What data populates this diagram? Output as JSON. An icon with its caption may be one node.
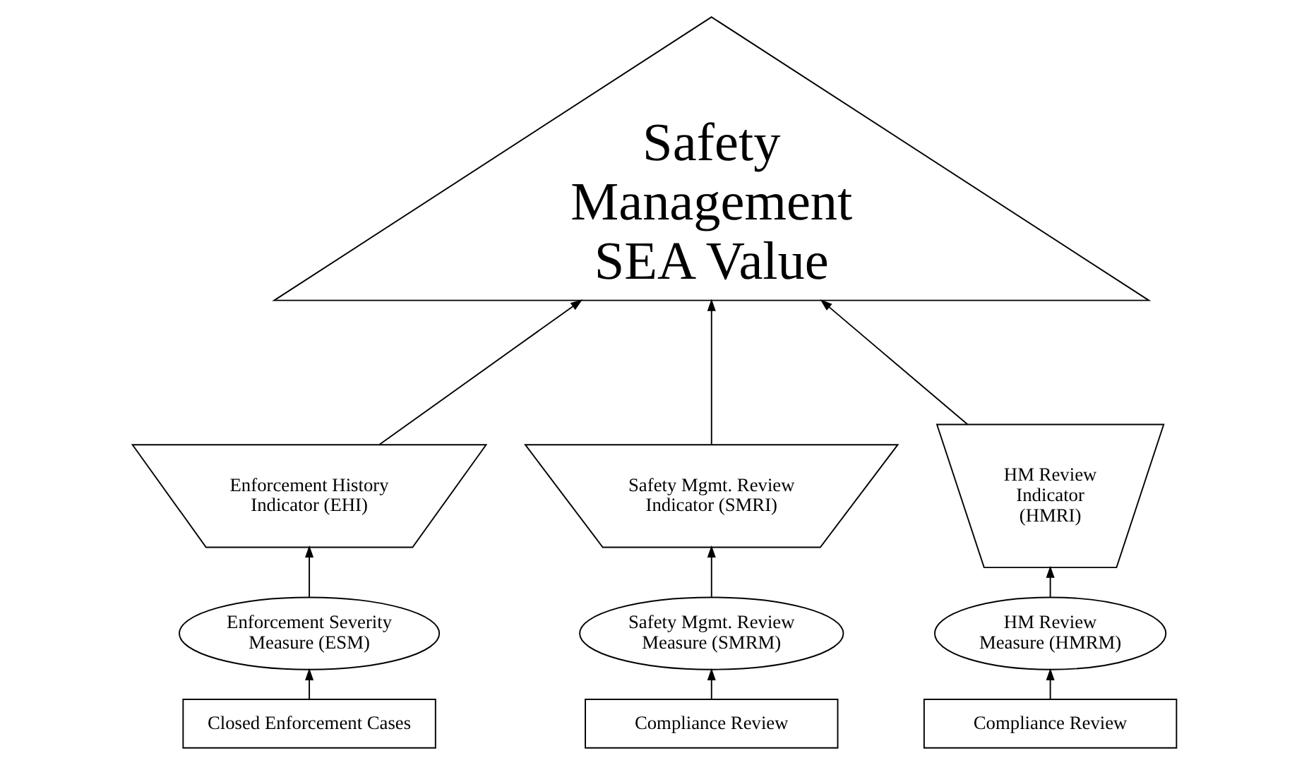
{
  "diagram": {
    "nodes": [
      {
        "text": [
          "Safety Management SEA Value"
        ]
      },
      {
        "text": [
          "Enforcement History Indicator (EHI)"
        ]
      },
      {
        "text": [
          "Safety Mgmt. Review Indicator (SMRI)"
        ]
      },
      {
        "text": [
          "HM Review Indicator (HMRI)"
        ]
      },
      {
        "text": [
          "Enforcement Severity Measure (ESM)"
        ]
      },
      {
        "text": [
          "Safety Mgmt. Review Measure (SMRM)"
        ]
      },
      {
        "text": [
          "HM Review Measure (HMRM)"
        ]
      },
      {
        "text": [
          "Closed Enforcement Cases"
        ]
      },
      {
        "text": [
          "Compliance Review"
        ]
      },
      {
        "text": [
          "Compliance Review"
        ]
      }
    ],
    "edges": [
      {
        "from": 1,
        "to": 0,
        "arrow": "to"
      },
      {
        "from": 2,
        "to": 0,
        "arrow": "to"
      },
      {
        "from": 3,
        "to": 0,
        "arrow": "to"
      },
      {
        "from": 4,
        "to": 1,
        "arrow": "to"
      },
      {
        "from": 5,
        "to": 2,
        "arrow": "to"
      },
      {
        "from": 6,
        "to": 3,
        "arrow": "to"
      },
      {
        "from": 7,
        "to": 4,
        "arrow": "to"
      },
      {
        "from": 8,
        "to": 5,
        "arrow": "to"
      },
      {
        "from": 9,
        "to": 6,
        "arrow": "to"
      }
    ]
  }
}
